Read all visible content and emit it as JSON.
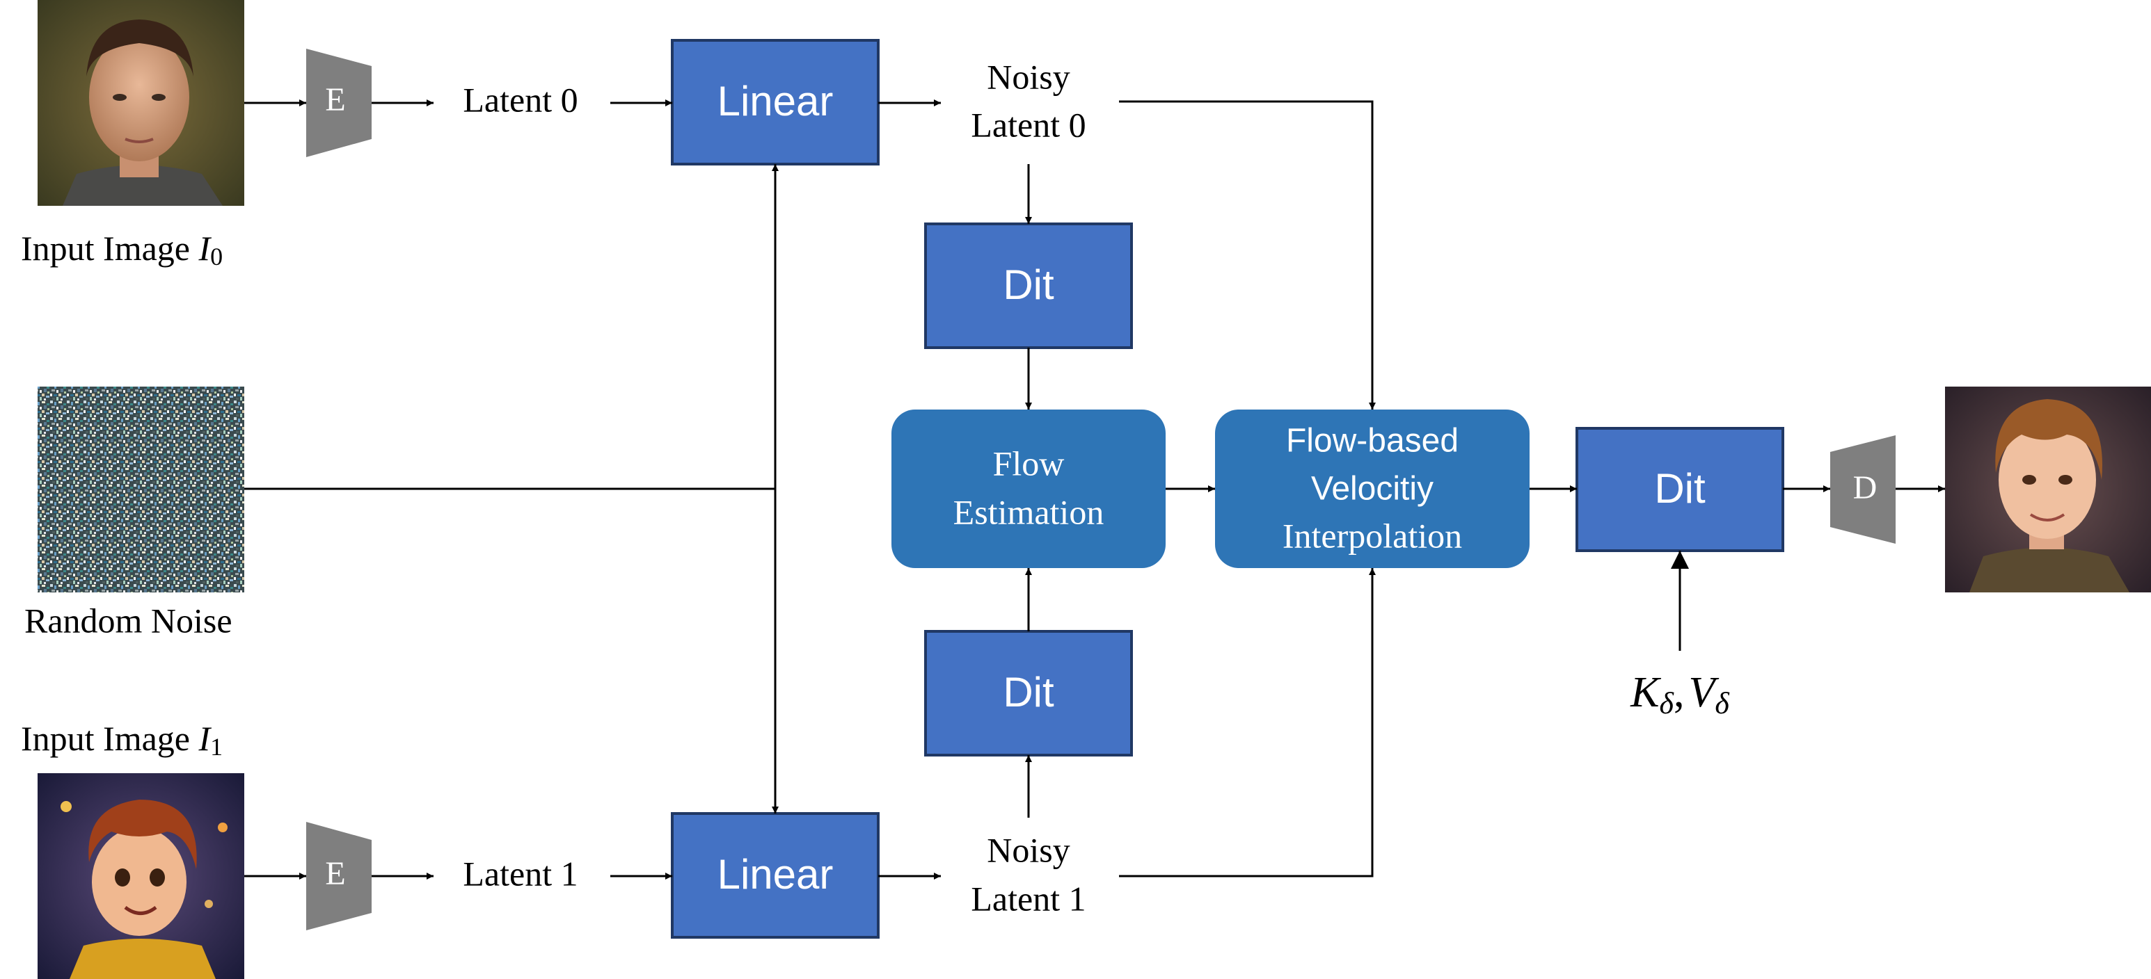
{
  "inputs": {
    "image0_label": "Input Image ",
    "image0_var": "I",
    "image0_sub": "0",
    "noise_label": "Random Noise",
    "image1_label": "Input Image ",
    "image1_var": "I",
    "image1_sub": "1"
  },
  "encoder": {
    "label": "E"
  },
  "decoder": {
    "label": "D"
  },
  "latents": {
    "latent0": "Latent 0",
    "latent1": "Latent 1"
  },
  "linear": {
    "label": "Linear"
  },
  "noisy": {
    "top_line1": "Noisy",
    "top_line2": "Latent 0",
    "bottom_line1": "Noisy",
    "bottom_line2": "Latent 1"
  },
  "dit": {
    "label": "Dit"
  },
  "flow_estimation": {
    "line1": "Flow",
    "line2": "Estimation"
  },
  "interpolation": {
    "line1": "Flow-based",
    "line2": "Velocitiy",
    "line3": "Interpolation"
  },
  "kv": {
    "k": "K",
    "k_sub": "δ",
    "comma": ",",
    "v": "V",
    "v_sub": "δ"
  },
  "colors": {
    "box_dark": "#4472C4",
    "box_border": "#203864",
    "box_rounded": "#2E75B6",
    "trapezoid": "#7F7F7F",
    "line": "#000000"
  },
  "icons": {
    "input_face_0": "photo-realistic-face",
    "noise": "random-noise-image",
    "input_face_1": "cartoon-face",
    "output_face": "stylized-output-face"
  }
}
